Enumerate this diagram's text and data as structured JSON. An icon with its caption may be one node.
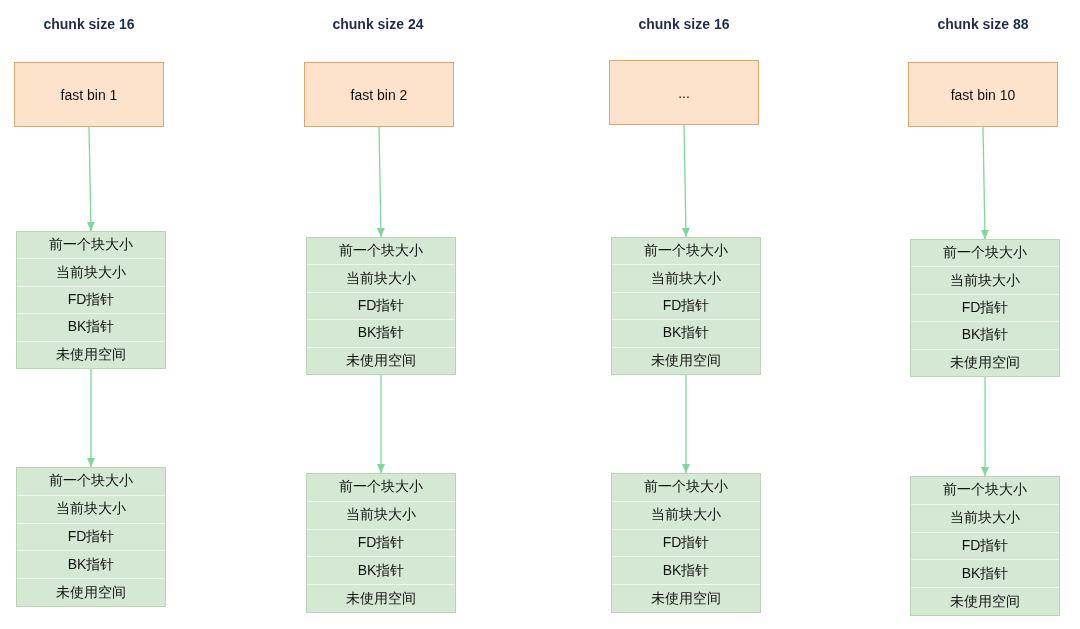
{
  "diagram": {
    "nodes": [
      {
        "text": [
          "fast bin 1"
        ]
      },
      {
        "text": [
          "前一个块大小",
          "当前块大小",
          "FD指针",
          "BK指针",
          "未使用空间"
        ]
      },
      {
        "text": [
          "前一个块大小",
          "当前块大小",
          "FD指针",
          "BK指针",
          "未使用空间"
        ]
      },
      {
        "text": [
          "fast bin 2"
        ]
      },
      {
        "text": [
          "前一个块大小",
          "当前块大小",
          "FD指针",
          "BK指针",
          "未使用空间"
        ]
      },
      {
        "text": [
          "前一个块大小",
          "当前块大小",
          "FD指针",
          "BK指针",
          "未使用空间"
        ]
      },
      {
        "text": [
          "..."
        ]
      },
      {
        "text": [
          "前一个块大小",
          "当前块大小",
          "FD指针",
          "BK指针",
          "未使用空间"
        ]
      },
      {
        "text": [
          "前一个块大小",
          "当前块大小",
          "FD指针",
          "BK指针",
          "未使用空间"
        ]
      },
      {
        "text": [
          "fast bin 10"
        ]
      },
      {
        "text": [
          "前一个块大小",
          "当前块大小",
          "FD指针",
          "BK指针",
          "未使用空间"
        ]
      },
      {
        "text": [
          "前一个块大小",
          "当前块大小",
          "FD指针",
          "BK指针",
          "未使用空间"
        ]
      }
    ],
    "edges": [
      {
        "from": 0,
        "to": 1,
        "arrow": "to"
      },
      {
        "from": 1,
        "to": 2,
        "arrow": "to"
      },
      {
        "from": 3,
        "to": 4,
        "arrow": "to"
      },
      {
        "from": 4,
        "to": 5,
        "arrow": "to"
      },
      {
        "from": 6,
        "to": 7,
        "arrow": "to"
      },
      {
        "from": 7,
        "to": 8,
        "arrow": "to"
      },
      {
        "from": 9,
        "to": 10,
        "arrow": "to"
      },
      {
        "from": 10,
        "to": 11,
        "arrow": "to"
      }
    ],
    "labels": [
      "chunk size 16",
      "chunk size 24",
      "chunk size 16",
      "chunk size 88"
    ]
  }
}
